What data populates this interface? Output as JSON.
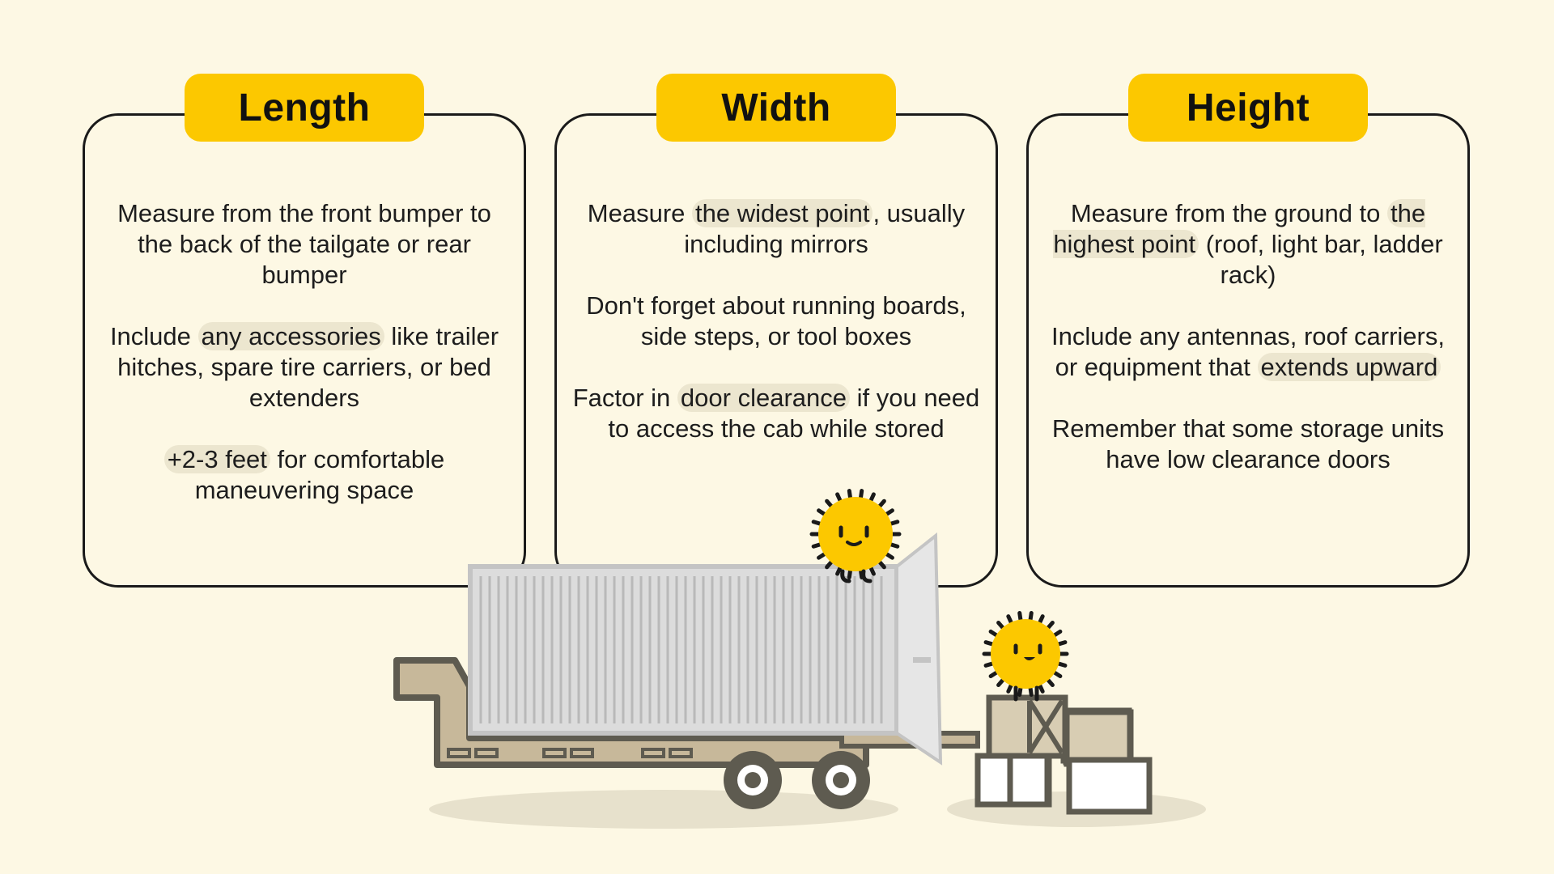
{
  "cards": [
    {
      "title": "Length",
      "paragraphs": [
        [
          {
            "t": "Measure from the front bumper to the back of the tailgate or rear bumper"
          }
        ],
        [
          {
            "t": "Include "
          },
          {
            "t": "any accessories",
            "hl": true
          },
          {
            "t": " like trailer hitches, spare tire carriers, or bed extenders"
          }
        ],
        [
          {
            "t": "+2-3 feet",
            "hl": true
          },
          {
            "t": " for comfortable maneuvering space"
          }
        ]
      ]
    },
    {
      "title": "Width",
      "paragraphs": [
        [
          {
            "t": "Measure "
          },
          {
            "t": "the widest point",
            "hl": true
          },
          {
            "t": ", usually including mirrors"
          }
        ],
        [
          {
            "t": "Don't forget about running boards, side steps, or tool boxes"
          }
        ],
        [
          {
            "t": "Factor in "
          },
          {
            "t": "door clearance",
            "hl": true
          },
          {
            "t": " if you need to access the cab while stored"
          }
        ]
      ]
    },
    {
      "title": "Height",
      "paragraphs": [
        [
          {
            "t": "Measure from the ground to "
          },
          {
            "t": "the highest point",
            "hl": true
          },
          {
            "t": " (roof, light bar, ladder rack)"
          }
        ],
        [
          {
            "t": "Include any antennas, roof carriers, or equipment that "
          },
          {
            "t": "extends upward",
            "hl": true
          }
        ],
        [
          {
            "t": "Remember that some storage units have low clearance doors"
          }
        ]
      ]
    }
  ],
  "colors": {
    "background": "#fdf8e4",
    "accent": "#fcc800",
    "outline": "#1a1a1a",
    "highlight": "#ece6cf",
    "trailer": "#c7b89a",
    "container": "#dcdcdc",
    "wheel": "#5e5b50"
  },
  "illustration": {
    "icons": [
      "trailer-icon",
      "shipping-container-icon",
      "mascot-icon",
      "boxes-icon"
    ]
  }
}
